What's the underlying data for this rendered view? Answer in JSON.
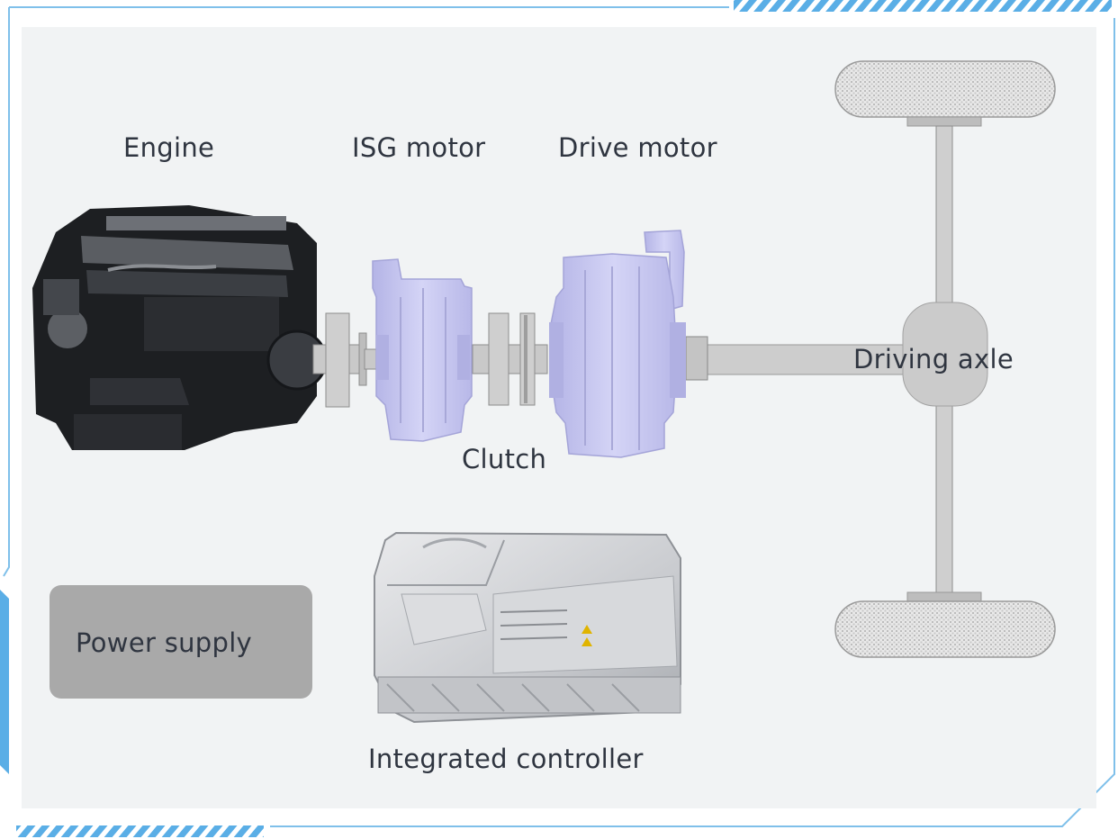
{
  "labels": {
    "engine": "Engine",
    "isg_motor": "ISG motor",
    "drive_motor": "Drive motor",
    "clutch": "Clutch",
    "driving_axle": "Driving axle",
    "power_supply": "Power supply",
    "integrated_controller": "Integrated controller"
  },
  "colors": {
    "panel": "#f1f3f4",
    "frame_accent": "#5aaee6",
    "motor": "#c6c6ee",
    "shaft": "#c9c9c9",
    "power_supply_box": "#a9a9a9",
    "text": "#2f3540"
  }
}
